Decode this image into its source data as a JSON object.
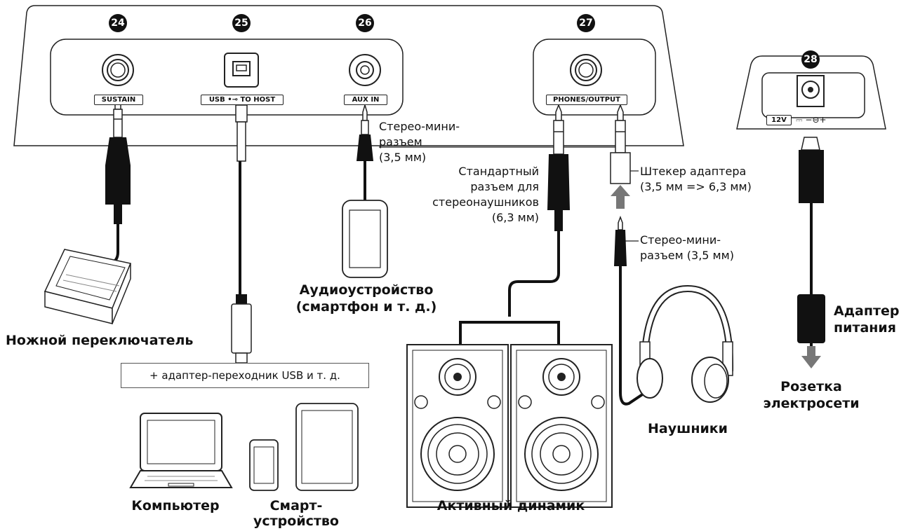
{
  "numbers": {
    "n24": "24",
    "n25": "25",
    "n26": "26",
    "n27": "27",
    "n28": "28"
  },
  "ports": {
    "sustain": "SUSTAIN",
    "usb": "USB •⊸ TO HOST",
    "aux": "AUX IN",
    "phones": "PHONES/OUTPUT",
    "power_12v": "12V",
    "power_symbols": "⎓  −⊖+"
  },
  "labels": {
    "stereo_mini_1": "Стерео-мини-",
    "stereo_mini_2": "разъем",
    "stereo_mini_3": "(3,5 мм)",
    "std_1": "Стандартный",
    "std_2": "разъем для",
    "std_3": "стереонаушников",
    "std_4": "(6,3 мм)",
    "adapter_plug_1": "Штекер адаптера",
    "adapter_plug_2": "(3,5 мм => 6,3 мм)",
    "stereo_mini_b1": "Стерео-мини-",
    "stereo_mini_b2": "разъем (3,5 мм)",
    "audio_1": "Аудиоустройство",
    "audio_2": "(смартфон и т. д.)",
    "footswitch": "Ножной переключатель",
    "usb_note": "+ адаптер-переходник USB и т. д.",
    "computer": "Компьютер",
    "smart_1": "Смарт-",
    "smart_2": "устройство",
    "speaker": "Активный динамик",
    "headphones": "Наушники",
    "psu_1": "Адаптер",
    "psu_2": "питания",
    "outlet_1": "Розетка",
    "outlet_2": "электросети"
  }
}
